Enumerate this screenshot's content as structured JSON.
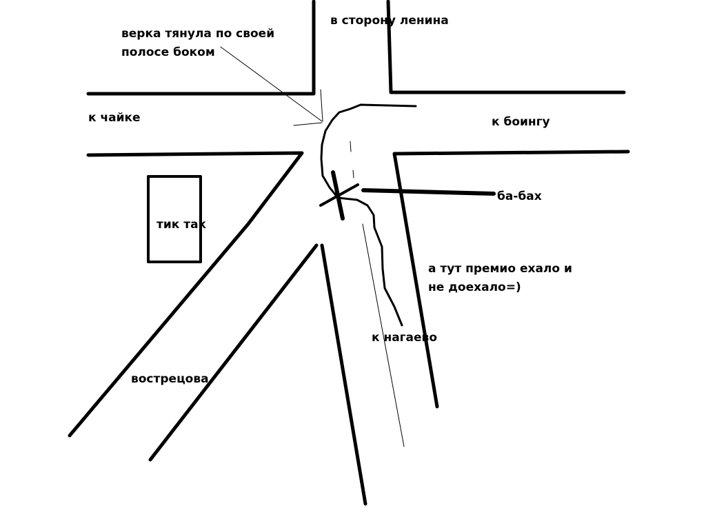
{
  "labels": {
    "verka": [
      "верка тянула по своей",
      "полосе боком"
    ],
    "lenina": "в сторону ленина",
    "chaika": "к чайке",
    "boing": "к боингу",
    "babah": "ба-бах",
    "tiktak": "тик так",
    "premio": [
      "а тут премио ехало и",
      "не доехало=)"
    ],
    "nagaevo": "к нагаево",
    "vostretsova": "вострецова"
  },
  "colors": {
    "stroke": "#000000",
    "background": "#ffffff"
  }
}
